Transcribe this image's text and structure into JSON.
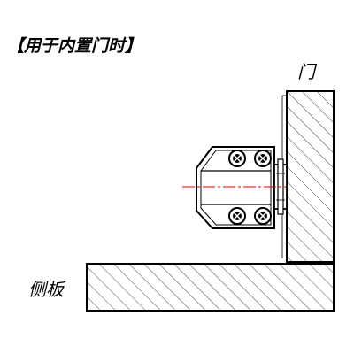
{
  "title": "【用于内置门时】",
  "labels": {
    "door": "门",
    "side_panel": "侧板"
  },
  "colors": {
    "line": "#000000",
    "hatch": "#333333",
    "centerline": "#e00000",
    "background": "#ffffff"
  }
}
